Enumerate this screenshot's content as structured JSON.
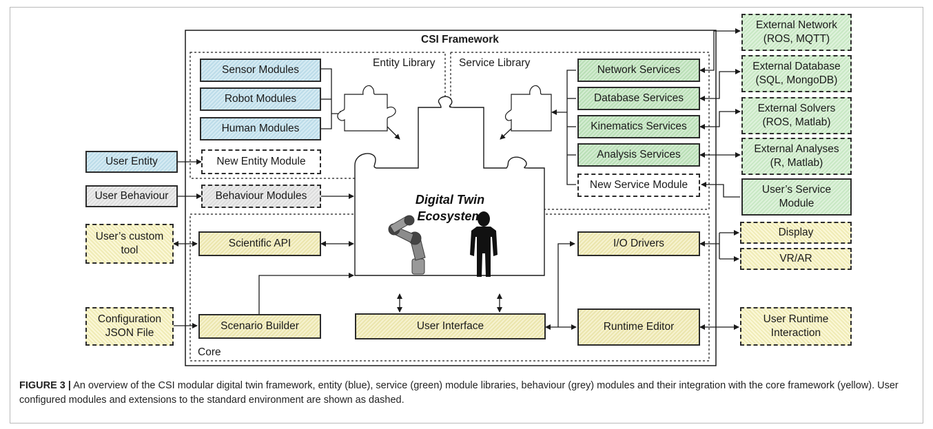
{
  "framework": {
    "title": "CSI Framework",
    "entity_library_label": "Entity Library",
    "service_library_label": "Service Library",
    "core_label": "Core"
  },
  "entity_modules": [
    "Sensor Modules",
    "Robot Modules",
    "Human Modules"
  ],
  "new_entity_module": "New Entity Module",
  "service_modules": [
    "Network Services",
    "Database Services",
    "Kinematics Services",
    "Analysis Services"
  ],
  "new_service_module": "New Service Module",
  "external": {
    "network": [
      "External Network",
      "(ROS, MQTT)"
    ],
    "database": [
      "External Database",
      "(SQL, MongoDB)"
    ],
    "solvers": [
      "External Solvers",
      "(ROS, Matlab)"
    ],
    "analyses": [
      "External Analyses",
      "(R, Matlab)"
    ],
    "users_service_module": [
      "User’s Service",
      "Module"
    ]
  },
  "left_inputs": {
    "user_entity": "User Entity",
    "user_behaviour": "User Behaviour",
    "behaviour_modules": "Behaviour Modules",
    "custom_tool": [
      "User’s custom",
      "tool"
    ],
    "config_file": [
      "Configuration",
      "JSON File"
    ]
  },
  "core": {
    "scientific_api": "Scientific API",
    "scenario_builder": "Scenario Builder",
    "user_interface": "User Interface",
    "io_drivers": "I/O Drivers",
    "runtime_editor": "Runtime Editor"
  },
  "right_outputs": {
    "display": "Display",
    "vr_ar": "VR/AR",
    "runtime_interaction": [
      "User Runtime",
      "Interaction"
    ]
  },
  "ecosystem": [
    "Digital Twin",
    "Ecosystem"
  ],
  "caption": {
    "label": "FIGURE 3 |",
    "text": " An overview of the CSI modular digital twin framework, entity (blue), service (green) module libraries, behaviour (grey) modules and their integration with the core framework (yellow). User configured modules and extensions to the standard environment are shown as dashed."
  },
  "colors": {
    "entity": "#bcdce9",
    "service": "#b9dfb6",
    "core": "#ebe5ad",
    "behaviour": "#dcdcdc",
    "line": "#1a1a1a"
  }
}
